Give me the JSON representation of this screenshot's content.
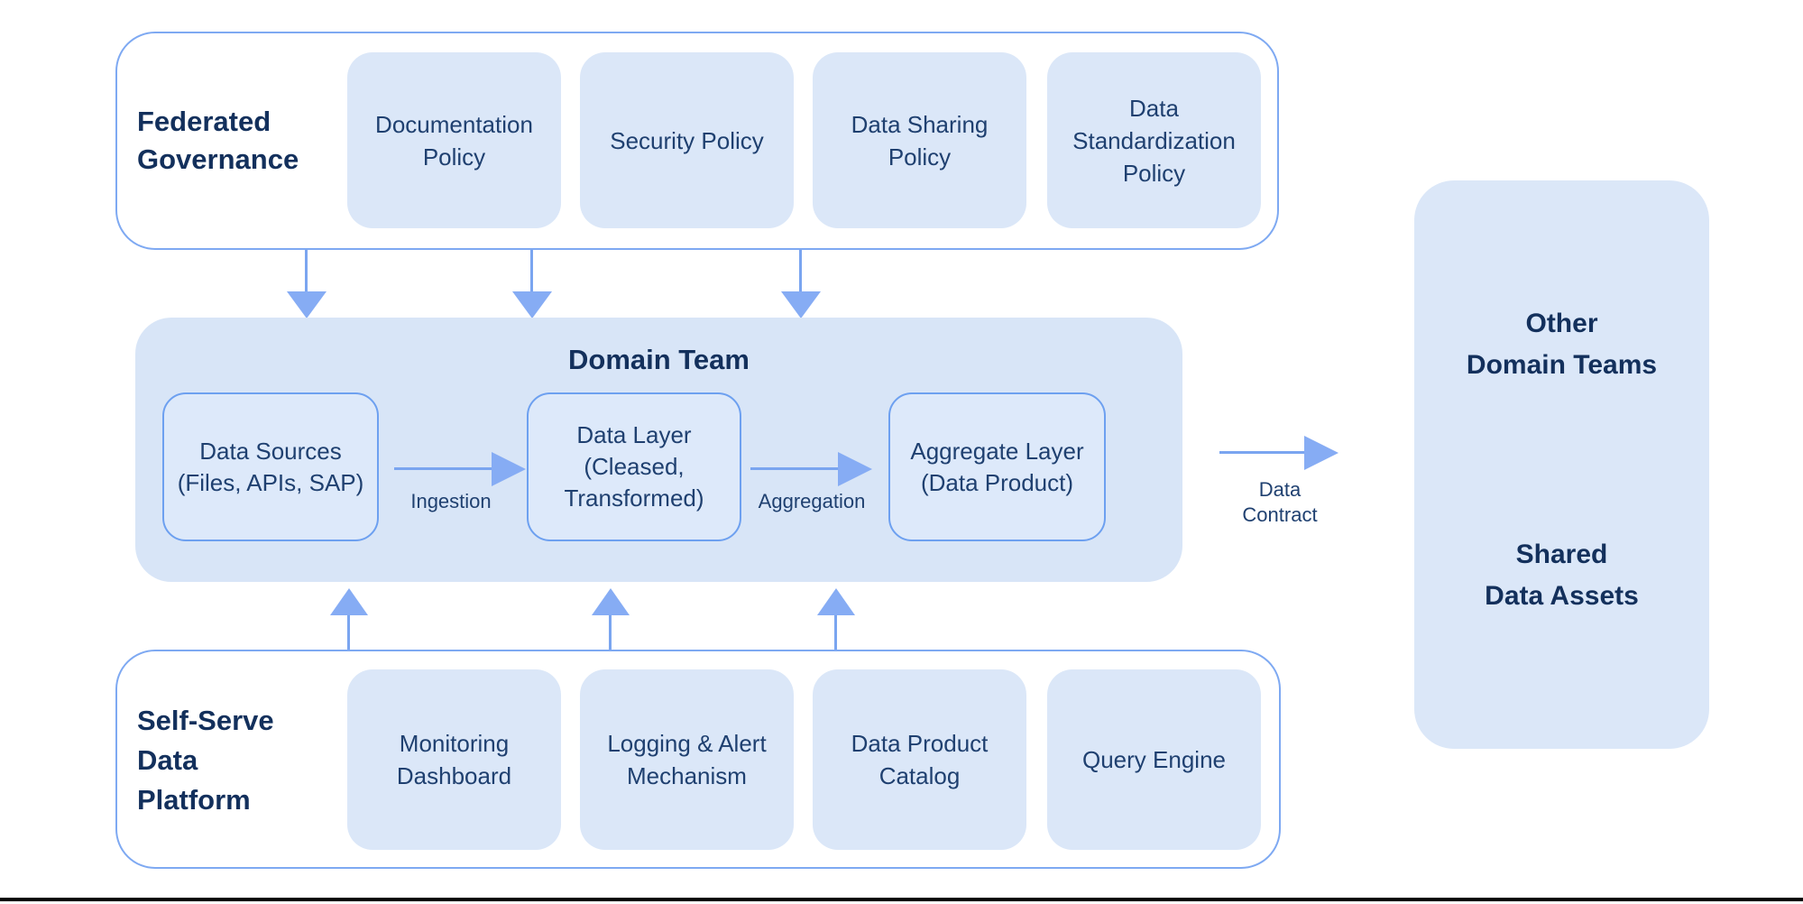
{
  "colors": {
    "navy_title": "#13305c",
    "label_navy": "#1f4070",
    "chip_fill": "#dbe7f8",
    "panel_fill": "#d8e5f7",
    "border_blue": "#7ea9f2",
    "arrow_blue": "#86acf4",
    "bottom_rule": "#000000"
  },
  "governance": {
    "title_line1": "Federated",
    "title_line2": "Governance",
    "policies": [
      {
        "label": "Documentation Policy"
      },
      {
        "label": "Security Policy"
      },
      {
        "label": "Data Sharing Policy"
      },
      {
        "label": "Data Standardization Policy"
      }
    ]
  },
  "domain_team": {
    "title": "Domain Team",
    "data_sources": {
      "line1": "Data Sources",
      "line2": "(Files, APIs, SAP)"
    },
    "data_layer": {
      "line1": "Data Layer",
      "line2": "(Cleased,",
      "line3": "Transformed)"
    },
    "aggregate_layer": {
      "line1": "Aggregate Layer",
      "line2": "(Data Product)"
    },
    "ingestion_label": "Ingestion",
    "aggregation_label": "Aggregation"
  },
  "data_contract": {
    "line1": "Data",
    "line2": "Contract"
  },
  "external": {
    "other_line1": "Other",
    "other_line2": "Domain Teams",
    "shared_line1": "Shared",
    "shared_line2": "Data Assets"
  },
  "platform": {
    "title_line1": "Self-Serve",
    "title_line2": "Data",
    "title_line3": "Platform",
    "tools": [
      {
        "line1": "Monitoring",
        "line2": "Dashboard"
      },
      {
        "line1": "Logging & Alert",
        "line2": "Mechanism"
      },
      {
        "line1": "Data Product",
        "line2": "Catalog"
      },
      {
        "line1": "Query Engine"
      }
    ]
  }
}
